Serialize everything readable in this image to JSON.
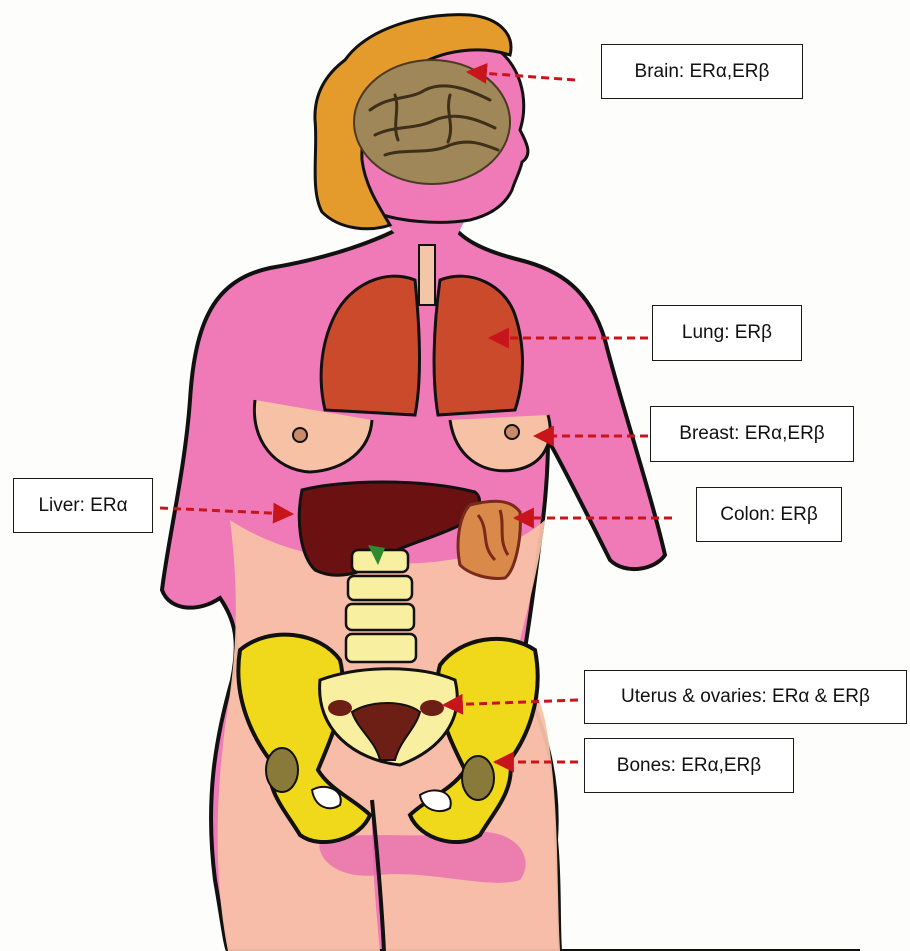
{
  "labels": {
    "brain": "Brain: ERα,ERβ",
    "lung": "Lung: ERβ",
    "breast": "Breast: ERα,ERβ",
    "colon": "Colon: ERβ",
    "liver": "Liver: ERα",
    "uterus": "Uterus & ovaries: ERα & ERβ",
    "bones": "Bones: ERα,ERβ"
  },
  "colors": {
    "skin_pink": "#f07ab8",
    "skin_peach": "#f7c1a6",
    "hair": "#e59a2c",
    "brain": "#a0875a",
    "lung": "#cc4a2c",
    "liver": "#6b1111",
    "bone": "#f0d81a",
    "spine": "#f8f0a0",
    "arrow": "#c8151c"
  }
}
